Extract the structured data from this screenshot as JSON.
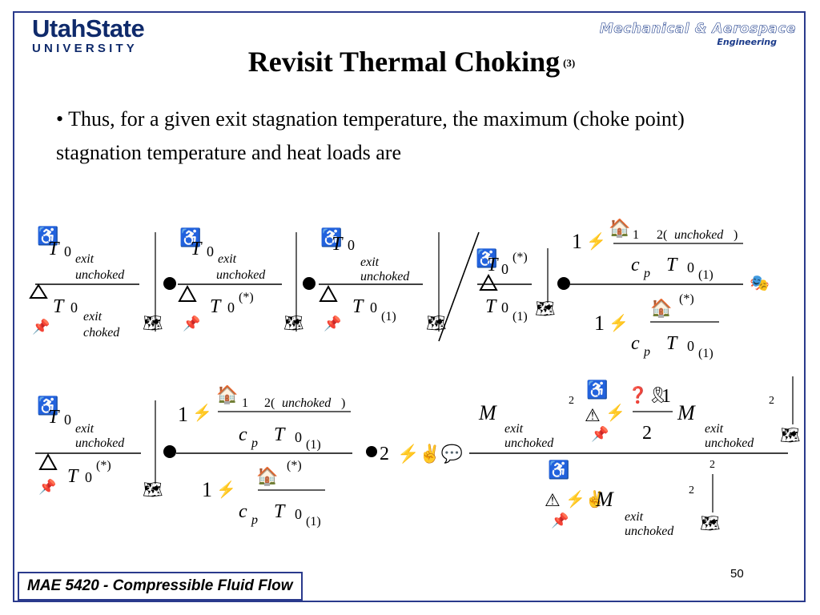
{
  "header": {
    "usu_logo_line1": "UtahState",
    "usu_logo_line2": "UNIVERSITY",
    "dept_logo_line1": "Mechanical & Aerospace",
    "dept_logo_line2": "Engineering"
  },
  "slide": {
    "title": "Revisit Thermal Choking",
    "title_note": "(3)",
    "bullet": "• Thus, for a given exit stagnation temperature, the maximum (choke point) stagnation temperature and heat loads are"
  },
  "equations": {
    "T": "T",
    "zero": "0",
    "one": "1",
    "two": "2",
    "exit": "exit",
    "unchoked": "unchoked",
    "choked": "choked",
    "star": "(*)",
    "sub1": "(1)",
    "cp_c": "c",
    "cp_p": "p",
    "M": "M",
    "unchoked_paren": "(unchoked)",
    "one_2": "1",
    "two_paren": "2(",
    "unch_close": "unchoked",
    "paren_close": ")"
  },
  "footer": {
    "course": "MAE 5420 - Compressible Fluid Flow",
    "page": "50"
  }
}
